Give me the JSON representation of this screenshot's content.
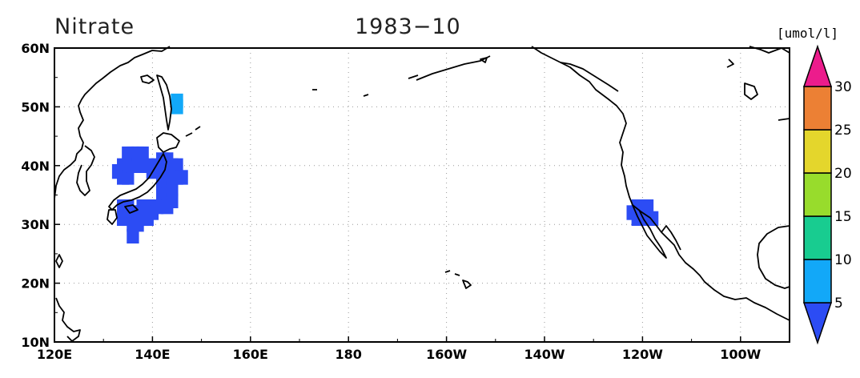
{
  "title": {
    "variable": "Nitrate",
    "date": "1983−10"
  },
  "colorbar": {
    "unit": "[umol/l]",
    "levels": [
      "5",
      "10",
      "15",
      "20",
      "25",
      "30"
    ],
    "colors": [
      "#2c4cf4",
      "#12a8f8",
      "#18cc90",
      "#98dc2c",
      "#e4d62c",
      "#ec8034",
      "#ec1c8c"
    ]
  },
  "chart_data": {
    "type": "heatmap",
    "title": "Nitrate 1983−10",
    "xlim": [
      120,
      270
    ],
    "ylim": [
      10,
      60
    ],
    "x_ticks": [
      {
        "lon": 120,
        "label": "120E"
      },
      {
        "lon": 140,
        "label": "140E"
      },
      {
        "lon": 160,
        "label": "160E"
      },
      {
        "lon": 180,
        "label": "180"
      },
      {
        "lon": 200,
        "label": "160W"
      },
      {
        "lon": 220,
        "label": "140W"
      },
      {
        "lon": 240,
        "label": "120W"
      },
      {
        "lon": 260,
        "label": "100W"
      }
    ],
    "y_ticks": [
      {
        "lat": 10,
        "label": "10N"
      },
      {
        "lat": 20,
        "label": "20N"
      },
      {
        "lat": 30,
        "label": "30N"
      },
      {
        "lat": 40,
        "label": "40N"
      },
      {
        "lat": 50,
        "label": "50N"
      },
      {
        "lat": 60,
        "label": "60N"
      }
    ],
    "grid": "dotted",
    "regions": [
      {
        "name": "japan-west",
        "range": "<5",
        "cells": [
          [
            133,
            39
          ],
          [
            134,
            40
          ],
          [
            134,
            38
          ],
          [
            135,
            42
          ],
          [
            135,
            40
          ],
          [
            135,
            38
          ],
          [
            136,
            42
          ],
          [
            136,
            40
          ],
          [
            137,
            42
          ],
          [
            137,
            40
          ],
          [
            138,
            42
          ],
          [
            138,
            40
          ],
          [
            139,
            40
          ],
          [
            140,
            39
          ]
        ]
      },
      {
        "name": "japan-south",
        "range": "<5",
        "cells": [
          [
            134,
            33
          ],
          [
            134,
            31
          ],
          [
            135,
            33
          ],
          [
            135,
            31
          ],
          [
            136,
            32
          ],
          [
            136,
            30
          ],
          [
            136,
            28
          ],
          [
            137,
            32
          ],
          [
            137,
            30
          ],
          [
            138,
            33
          ],
          [
            138,
            31
          ],
          [
            139,
            33
          ],
          [
            139,
            31
          ],
          [
            140,
            32
          ],
          [
            141,
            33
          ]
        ]
      },
      {
        "name": "japan-east",
        "range": "<5",
        "cells": [
          [
            141,
            40
          ],
          [
            142,
            41
          ],
          [
            142,
            39
          ],
          [
            142,
            37
          ],
          [
            142,
            35
          ],
          [
            143,
            41
          ],
          [
            143,
            39
          ],
          [
            143,
            37
          ],
          [
            143,
            35
          ],
          [
            143,
            33
          ],
          [
            144,
            40
          ],
          [
            144,
            38
          ],
          [
            144,
            36
          ],
          [
            144,
            34
          ],
          [
            145,
            40
          ],
          [
            145,
            38
          ],
          [
            146,
            38
          ]
        ]
      },
      {
        "name": "north-pacific",
        "range": "5-10",
        "cells": [
          [
            145,
            50
          ],
          [
            145,
            51
          ]
        ]
      },
      {
        "name": "california",
        "range": "<5",
        "cells": [
          [
            238,
            32
          ],
          [
            239,
            33
          ],
          [
            239,
            31
          ],
          [
            240,
            32
          ],
          [
            241,
            33
          ],
          [
            241,
            31
          ],
          [
            242,
            31
          ]
        ]
      }
    ]
  }
}
